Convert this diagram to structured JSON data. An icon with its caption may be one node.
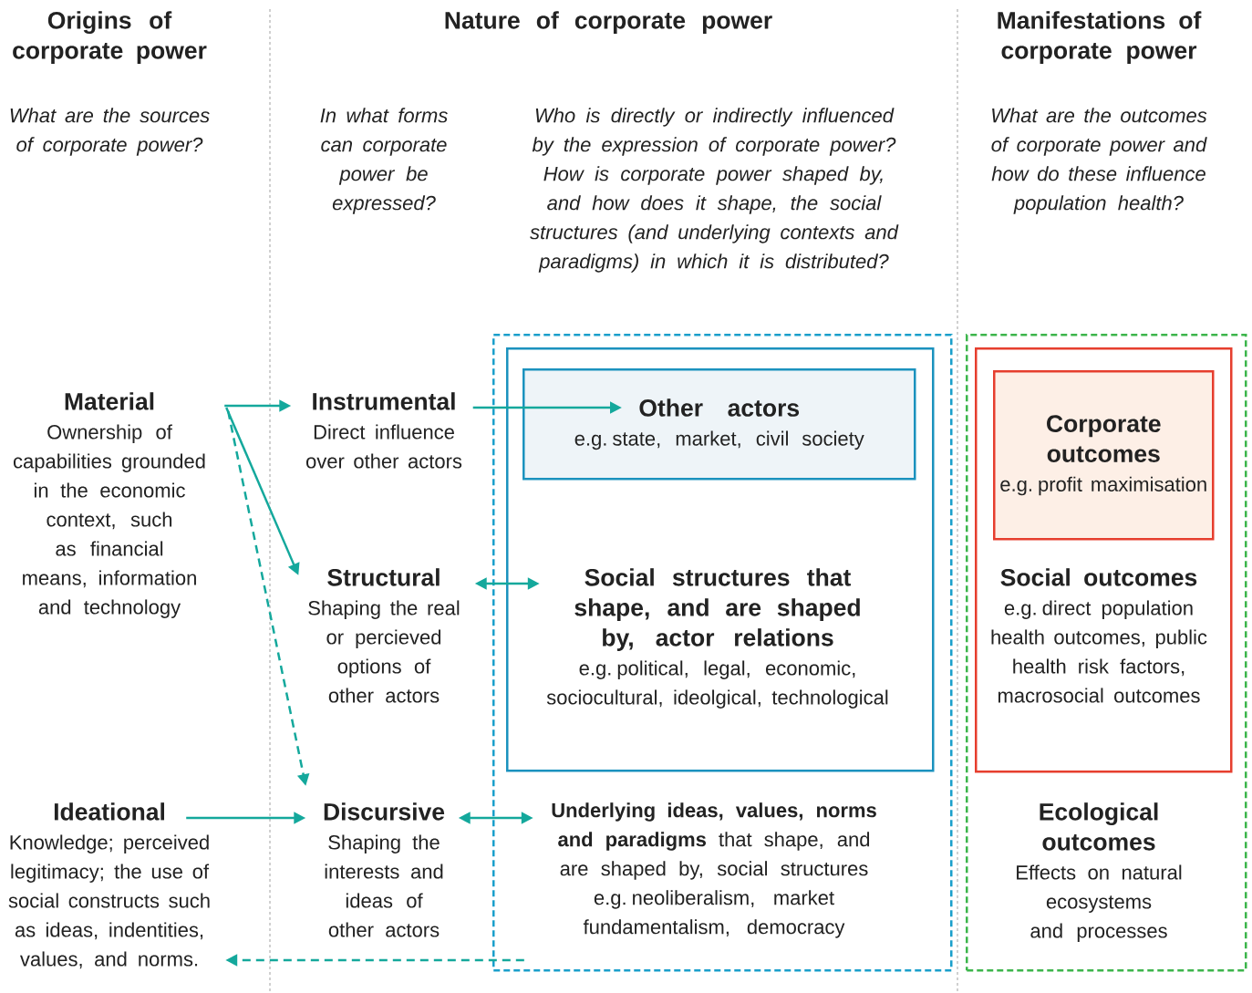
{
  "diagram": {
    "nodes": [
      {
        "text": [
          "Material",
          "Ownership of capabilities grounded in the economic context, such as financial means, information and technology"
        ]
      },
      {
        "text": [
          "Ideational",
          "Knowledge; perceived legitimacy; the use of social constructs such as ideas, indentities, values, and norms."
        ]
      },
      {
        "text": [
          "Instrumental",
          "Direct influence over other actors"
        ]
      },
      {
        "text": [
          "Structural",
          "Shaping the real or percieved options of other actors"
        ]
      },
      {
        "text": [
          "Discursive",
          "Shaping the interests and ideas of other actors"
        ]
      },
      {
        "text": [],
        "shape": "box"
      },
      {
        "text": [],
        "shape": "box",
        "in": 5
      },
      {
        "text": [
          "Other actors",
          "e.g. state, market, civil society"
        ],
        "in": 6
      },
      {
        "text": [
          "Social structures that shape, and are shaped by, actor relations",
          "e.g. political, legal, economic, sociocultural, ideolgical, technological"
        ],
        "in": 6
      },
      {
        "text": [
          "**Underlying ideas, values, norms and paradigms** that shape, and are shaped by, social structures",
          "e.g. neoliberalism, market fundamentalism, democracy"
        ],
        "in": 5
      },
      {
        "text": [],
        "shape": "box"
      },
      {
        "text": [],
        "shape": "box",
        "in": 10
      },
      {
        "text": [
          "Corporate outcomes",
          "e.g. profit maximisation"
        ],
        "in": 11
      },
      {
        "text": [
          "Social outcomes",
          "e.g. direct population health outcomes, public health risk factors, macrosocial outcomes"
        ],
        "in": 11
      },
      {
        "text": [
          "Ecological outcomes",
          "Effects on natural ecosystems and processes"
        ],
        "in": 10
      }
    ],
    "edges": [
      {
        "from": 0,
        "to": 2,
        "arrow": "to"
      },
      {
        "from": 0,
        "to": 3,
        "arrow": "to"
      },
      {
        "from": 0,
        "to": 4,
        "arrow": "to",
        "style": "dashed"
      },
      {
        "from": 1,
        "to": 4,
        "arrow": "to"
      },
      {
        "from": 2,
        "to": 7,
        "arrow": "to"
      },
      {
        "from": 3,
        "to": 8,
        "arrow": "both"
      },
      {
        "from": 4,
        "to": 9,
        "arrow": "both"
      },
      {
        "from": 9,
        "to": 1,
        "arrow": "to",
        "style": "dashed"
      }
    ],
    "labels": [
      "Origins of corporate power",
      "Nature of corporate power",
      "Manifestations of corporate power",
      "What are the sources of corporate power?",
      "In what forms can corporate power be expressed?",
      "Who is directly or indirectly influenced by the expression of corporate power? How is corporate power shaped by, and how does it shape, the social structures (and underlying contexts and paradigms) in which it is distributed?",
      "What are the outcomes of corporate power and how do these influence population health?"
    ]
  }
}
